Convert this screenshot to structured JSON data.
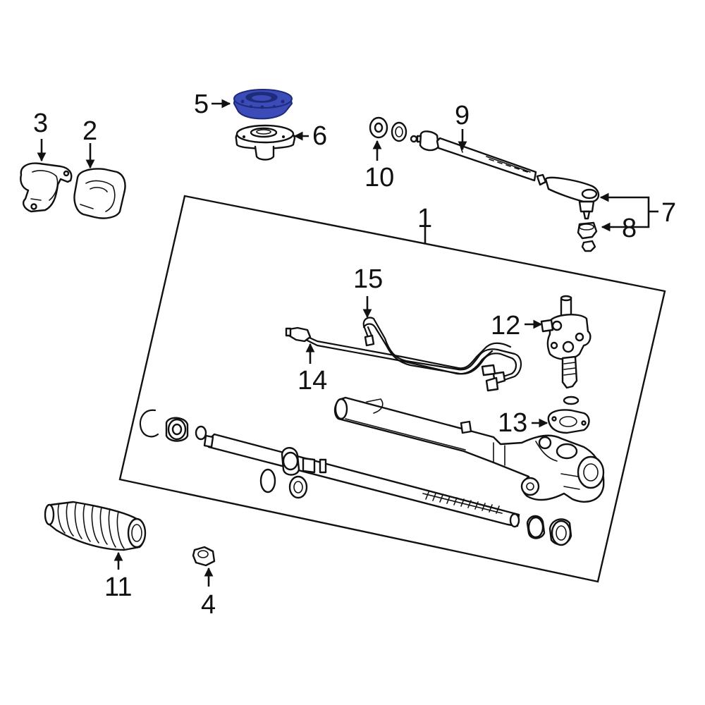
{
  "callouts": {
    "c1": "1",
    "c2": "2",
    "c3": "3",
    "c4": "4",
    "c5": "5",
    "c6": "6",
    "c7": "7",
    "c8": "8",
    "c9": "9",
    "c10": "10",
    "c11": "11",
    "c12": "12",
    "c13": "13",
    "c14": "14",
    "c15": "15"
  },
  "colors": {
    "highlight": "#3b4bb8",
    "highlight_dark": "#1e2a7a",
    "line": "#111111",
    "background": "#ffffff"
  },
  "highlighted_part": "5"
}
